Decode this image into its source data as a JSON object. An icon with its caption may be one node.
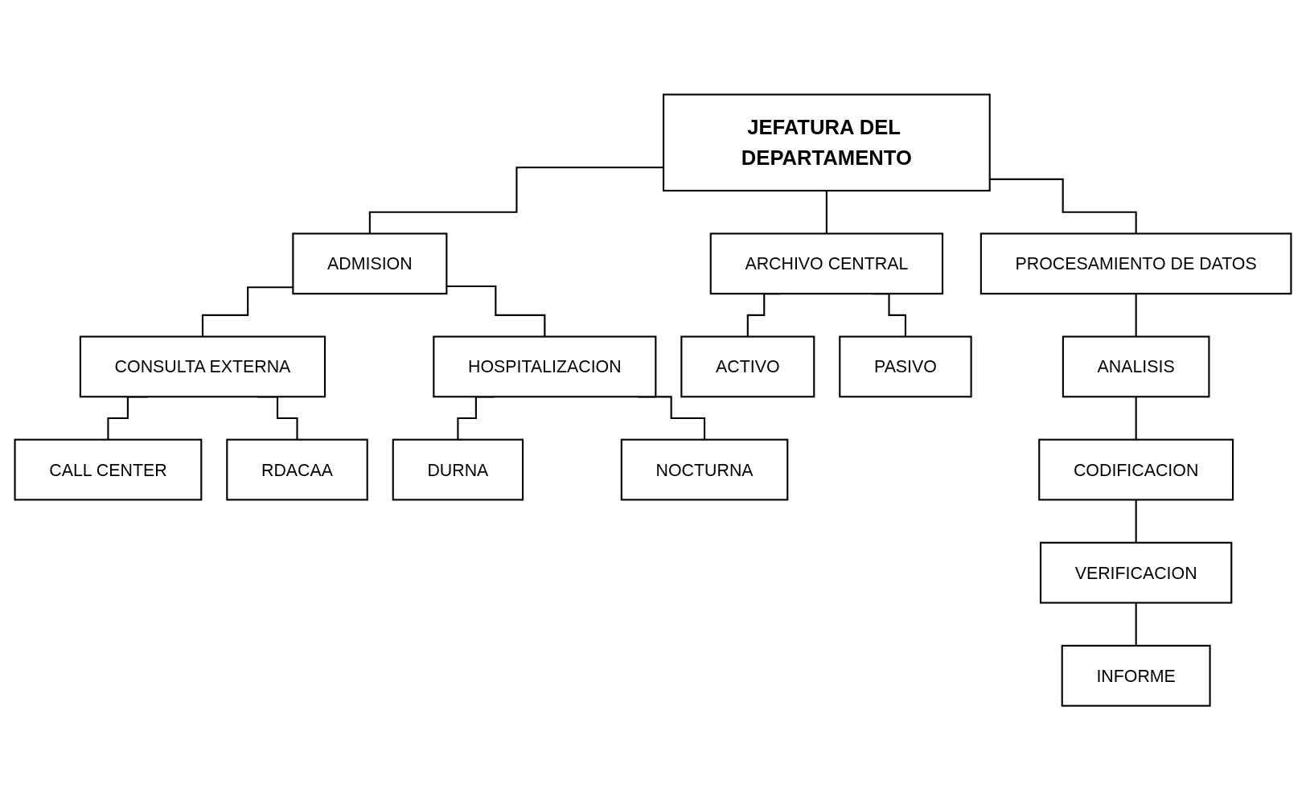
{
  "diagram": {
    "nodes": [
      {
        "text": [
          "JEFATURA DEL DEPARTAMENTO"
        ]
      },
      {
        "text": [
          "ADMISION"
        ]
      },
      {
        "text": [
          "ARCHIVO CENTRAL"
        ]
      },
      {
        "text": [
          "PROCESAMIENTO DE DATOS"
        ]
      },
      {
        "text": [
          "CONSULTA EXTERNA"
        ]
      },
      {
        "text": [
          "HOSPITALIZACION"
        ]
      },
      {
        "text": [
          "ACTIVO"
        ]
      },
      {
        "text": [
          "PASIVO"
        ]
      },
      {
        "text": [
          "ANALISIS"
        ]
      },
      {
        "text": [
          "CALL CENTER"
        ]
      },
      {
        "text": [
          "RDACAA"
        ]
      },
      {
        "text": [
          "DURNA"
        ]
      },
      {
        "text": [
          "NOCTURNA"
        ]
      },
      {
        "text": [
          "CODIFICACION"
        ]
      },
      {
        "text": [
          "VERIFICACION"
        ]
      },
      {
        "text": [
          "INFORME"
        ]
      }
    ],
    "edges": [
      {
        "from": 0,
        "to": 1,
        "arrow": "none"
      },
      {
        "from": 0,
        "to": 2,
        "arrow": "none"
      },
      {
        "from": 0,
        "to": 3,
        "arrow": "none"
      },
      {
        "from": 1,
        "to": 4,
        "arrow": "none"
      },
      {
        "from": 1,
        "to": 5,
        "arrow": "none"
      },
      {
        "from": 2,
        "to": 6,
        "arrow": "none"
      },
      {
        "from": 2,
        "to": 7,
        "arrow": "none"
      },
      {
        "from": 3,
        "to": 8,
        "arrow": "none"
      },
      {
        "from": 4,
        "to": 9,
        "arrow": "none"
      },
      {
        "from": 4,
        "to": 10,
        "arrow": "none"
      },
      {
        "from": 5,
        "to": 11,
        "arrow": "none"
      },
      {
        "from": 5,
        "to": 12,
        "arrow": "none"
      },
      {
        "from": 8,
        "to": 13,
        "arrow": "none"
      },
      {
        "from": 13,
        "to": 14,
        "arrow": "none"
      },
      {
        "from": 14,
        "to": 15,
        "arrow": "none"
      }
    ]
  }
}
